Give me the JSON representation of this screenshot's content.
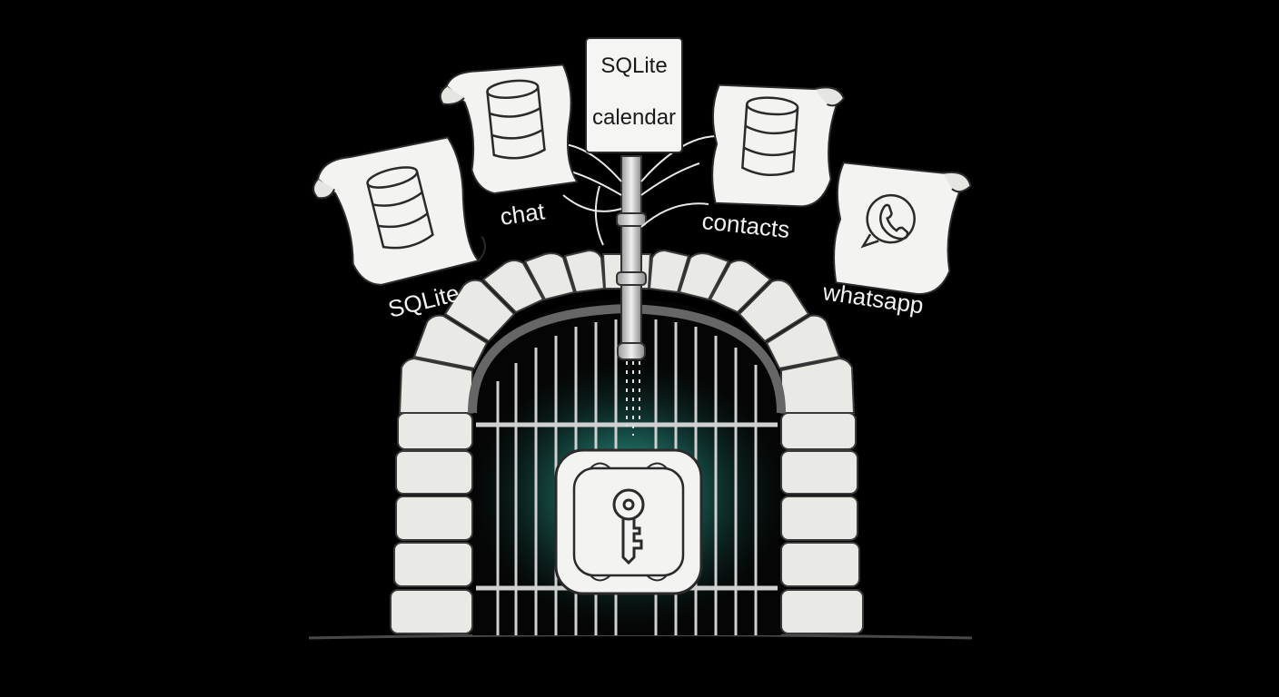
{
  "scrolls": [
    {
      "id": "sqlite-left",
      "label": "SQLite",
      "icon": "database-icon"
    },
    {
      "id": "chat",
      "label": "chat",
      "icon": "database-icon"
    },
    {
      "id": "calendar",
      "title": "SQLite",
      "label": "calendar",
      "icon": "note-card"
    },
    {
      "id": "contacts",
      "label": "contacts",
      "icon": "database-icon"
    },
    {
      "id": "whatsapp",
      "label": "whatsapp",
      "icon": "whatsapp-icon"
    }
  ],
  "vault": {
    "icon": "key-icon",
    "glow_color": "#3fd6c0"
  },
  "colors": {
    "background": "#000000",
    "stone": "#e9e9e6",
    "ink": "#2a2a2a",
    "bars": "#d8d8d8"
  }
}
